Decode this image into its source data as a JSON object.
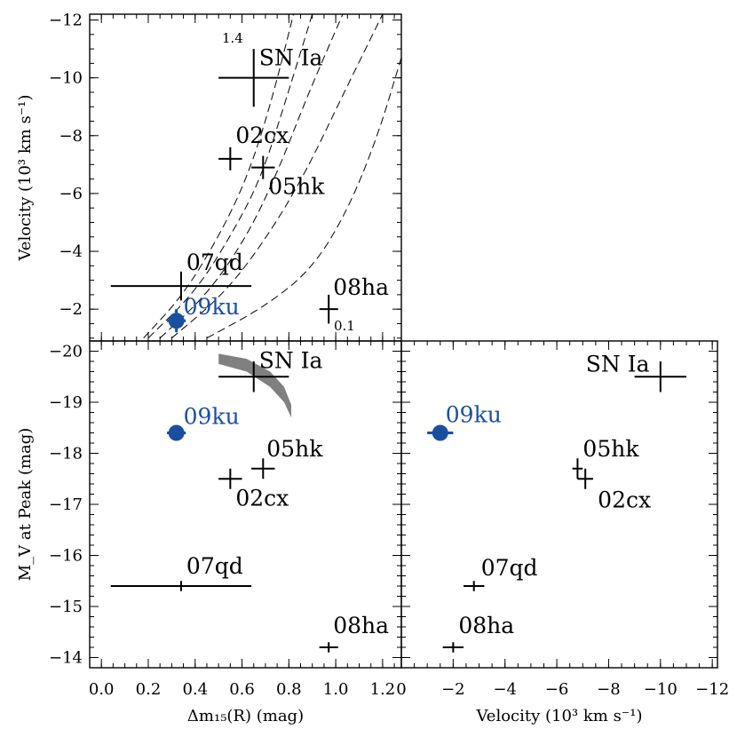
{
  "colors": {
    "highlight": "#1a4fa0",
    "band": "#808080",
    "ink": "#000000"
  },
  "chart_data": [
    {
      "panel": "top-left",
      "type": "scatter",
      "ylabel": "Velocity (10³ km s⁻¹)",
      "xlim": [
        -0.05,
        1.28
      ],
      "ylim": [
        -0.9,
        -12.2
      ],
      "yticks": [
        -2,
        -4,
        -6,
        -8,
        -10,
        -12
      ],
      "yticklabels": [
        "−2",
        "−4",
        "−6",
        "−8",
        "−10",
        "−12"
      ],
      "points": [
        {
          "name": "SN Ia",
          "x": 0.65,
          "y": -10.0,
          "xerr": 0.15,
          "yerr": 1.0
        },
        {
          "name": "02cx",
          "x": 0.55,
          "y": -7.2,
          "xerr": 0.05,
          "yerr": 0.4
        },
        {
          "name": "05hk",
          "x": 0.69,
          "y": -6.9,
          "xerr": 0.05,
          "yerr": 0.4
        },
        {
          "name": "07qd",
          "x": 0.34,
          "y": -2.8,
          "xerr": 0.3,
          "yerr": 0.5
        },
        {
          "name": "08ha",
          "x": 0.97,
          "y": -2.0,
          "xerr": 0.04,
          "yerr": 0.5
        },
        {
          "name": "09ku",
          "x": 0.32,
          "y": -1.6,
          "xerr": 0.04,
          "yerr": 0.4,
          "highlight": true
        }
      ],
      "model_curves": [
        {
          "label": "1.4",
          "x": [
            0.18,
            0.35,
            0.5,
            0.62,
            0.72,
            0.82
          ],
          "y": [
            -1.0,
            -2.5,
            -4.5,
            -6.5,
            -9.0,
            -12.2
          ]
        },
        {
          "x": [
            0.2,
            0.4,
            0.55,
            0.68,
            0.79,
            0.9
          ],
          "y": [
            -1.0,
            -2.6,
            -4.5,
            -6.5,
            -9.3,
            -12.2
          ]
        },
        {
          "x": [
            0.25,
            0.45,
            0.62,
            0.75,
            0.88,
            1.03
          ],
          "y": [
            -1.0,
            -2.5,
            -4.5,
            -6.7,
            -9.4,
            -12.2
          ]
        },
        {
          "x": [
            0.3,
            0.52,
            0.7,
            0.87,
            1.03,
            1.2
          ],
          "y": [
            -1.0,
            -2.5,
            -4.4,
            -6.7,
            -9.4,
            -12.2
          ]
        },
        {
          "label": "0.1",
          "x": [
            0.45,
            0.7,
            0.9,
            1.05,
            1.18,
            1.28
          ],
          "y": [
            -1.0,
            -2.1,
            -3.4,
            -5.4,
            -8.0,
            -10.7
          ]
        }
      ]
    },
    {
      "panel": "bottom-left",
      "type": "scatter",
      "xlabel": "Δm₁₅(R) (mag)",
      "ylabel": "M_V at Peak (mag)",
      "xlim": [
        -0.05,
        1.28
      ],
      "ylim": [
        -13.8,
        -20.2
      ],
      "xticks": [
        0.0,
        0.2,
        0.4,
        0.6,
        0.8,
        1.0,
        1.2
      ],
      "xticklabels": [
        "0.0",
        "0.2",
        "0.4",
        "0.6",
        "0.8",
        "1.0",
        "1.2"
      ],
      "yticks": [
        -14,
        -15,
        -16,
        -17,
        -18,
        -19,
        -20
      ],
      "yticklabels": [
        "−14",
        "−15",
        "−16",
        "−17",
        "−18",
        "−19",
        "−20"
      ],
      "points": [
        {
          "name": "SN Ia",
          "x": 0.65,
          "y": -19.5,
          "xerr": 0.15,
          "yerr": 0.3
        },
        {
          "name": "09ku",
          "x": 0.32,
          "y": -18.4,
          "xerr": 0.04,
          "yerr": 0.1,
          "highlight": true
        },
        {
          "name": "05hk",
          "x": 0.69,
          "y": -17.7,
          "xerr": 0.05,
          "yerr": 0.2
        },
        {
          "name": "02cx",
          "x": 0.55,
          "y": -17.5,
          "xerr": 0.05,
          "yerr": 0.2
        },
        {
          "name": "07qd",
          "x": 0.34,
          "y": -15.4,
          "xerr": 0.3,
          "yerr": 0.1
        },
        {
          "name": "08ha",
          "x": 0.97,
          "y": -14.2,
          "xerr": 0.04,
          "yerr": 0.1
        }
      ],
      "band": {
        "upper": {
          "x": [
            0.5,
            0.62,
            0.72,
            0.78,
            0.81
          ],
          "y": [
            -19.95,
            -19.85,
            -19.6,
            -19.3,
            -18.95
          ]
        },
        "lower": {
          "x": [
            0.5,
            0.62,
            0.72,
            0.78,
            0.81
          ],
          "y": [
            -19.75,
            -19.6,
            -19.3,
            -19.0,
            -18.7
          ]
        }
      }
    },
    {
      "panel": "bottom-right",
      "type": "scatter",
      "xlabel": "Velocity (10³ km s⁻¹)",
      "xlim": [
        0,
        -12.2
      ],
      "ylim": [
        -13.8,
        -20.2
      ],
      "xticks": [
        0,
        -2,
        -4,
        -6,
        -8,
        -10,
        -12
      ],
      "xticklabels": [
        "0",
        "−2",
        "−4",
        "−6",
        "−8",
        "−10",
        "−12"
      ],
      "points": [
        {
          "name": "SN Ia",
          "x": -10.0,
          "y": -19.5,
          "xerr": 1.0,
          "yerr": 0.3
        },
        {
          "name": "09ku",
          "x": -1.5,
          "y": -18.4,
          "xerr": 0.5,
          "yerr": 0.1,
          "highlight": true
        },
        {
          "name": "05hk",
          "x": -6.8,
          "y": -17.7,
          "xerr": 0.2,
          "yerr": 0.2
        },
        {
          "name": "02cx",
          "x": -7.1,
          "y": -17.5,
          "xerr": 0.3,
          "yerr": 0.2
        },
        {
          "name": "07qd",
          "x": -2.8,
          "y": -15.4,
          "xerr": 0.4,
          "yerr": 0.1
        },
        {
          "name": "08ha",
          "x": -2.0,
          "y": -14.2,
          "xerr": 0.4,
          "yerr": 0.1
        }
      ]
    }
  ]
}
